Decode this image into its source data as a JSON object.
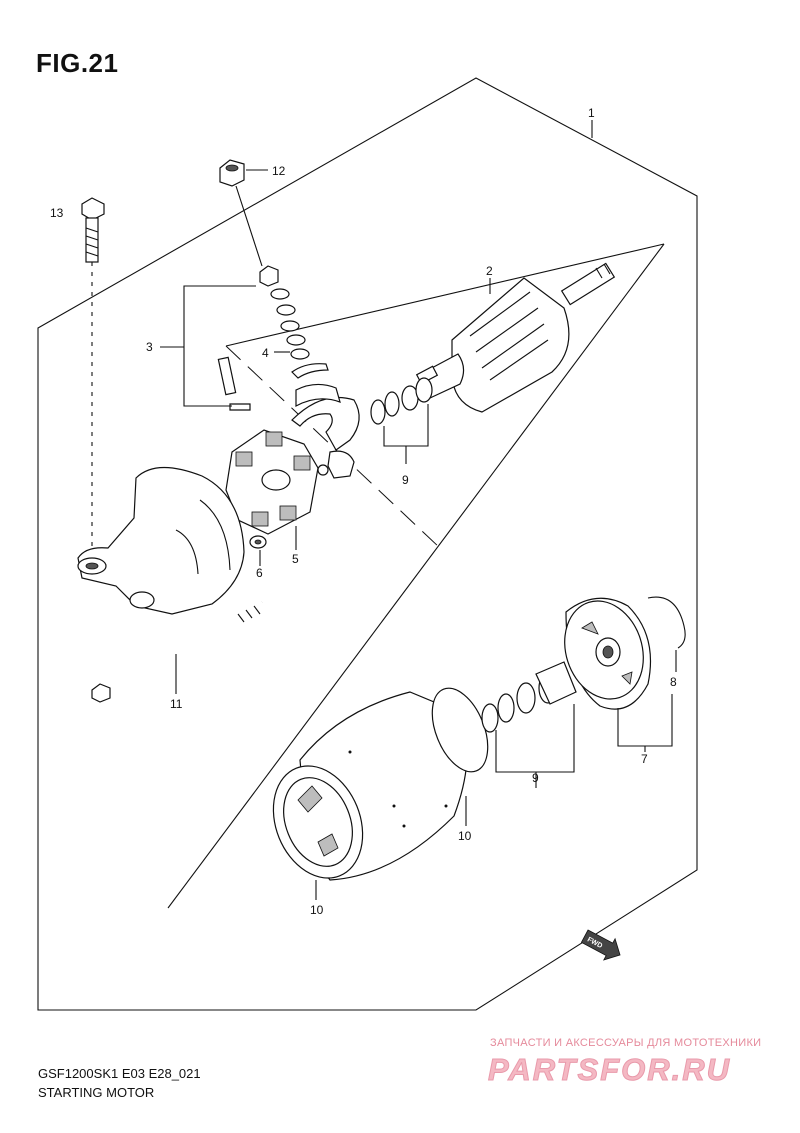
{
  "figure": {
    "title": "FIG.21",
    "model_code": "GSF1200SK1 E03 E28_021",
    "section_name": "STARTING MOTOR"
  },
  "callouts": [
    "1",
    "2",
    "3",
    "4",
    "5",
    "6",
    "7",
    "8",
    "9",
    "9",
    "10",
    "10",
    "11",
    "12",
    "13"
  ],
  "direction_marker": "FWD",
  "watermark": {
    "tagline": "ЗАПЧАСТИ И АКСЕССУАРЫ ДЛЯ МОТОТЕХНИКИ",
    "brand": "PARTSFOR.RU"
  }
}
